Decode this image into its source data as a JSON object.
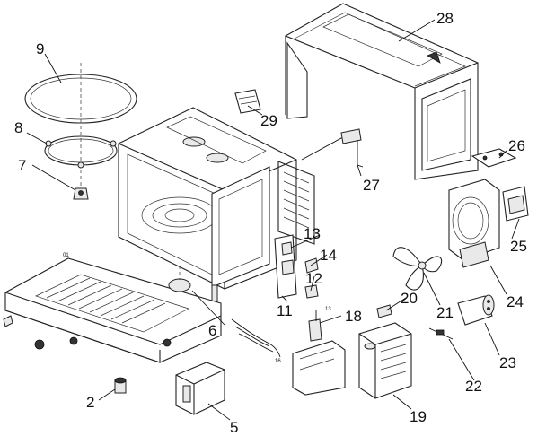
{
  "callouts": [
    "9",
    "8",
    "7",
    "28",
    "29",
    "26",
    "27",
    "25",
    "13",
    "14",
    "12",
    "11",
    "24",
    "21",
    "20",
    "18",
    "23",
    "22",
    "19",
    "6",
    "2",
    "5"
  ],
  "tiny_labels": [
    "01",
    "13",
    "16"
  ]
}
